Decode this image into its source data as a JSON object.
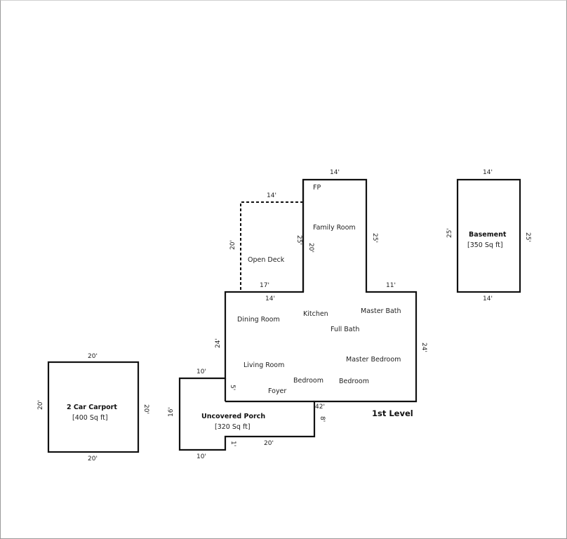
{
  "main_floor": {
    "level_label": "1st Level",
    "rooms": {
      "fp": "FP",
      "family_room": "Family Room",
      "open_deck": "Open Deck",
      "dining_room": "Dining Room",
      "kitchen": "Kitchen",
      "master_bath": "Master Bath",
      "full_bath": "Full Bath",
      "living_room": "Living Room",
      "master_bedroom": "Master Bedroom",
      "bedroom_1": "Bedroom",
      "bedroom_2": "Bedroom",
      "foyer": "Foyer"
    },
    "dims": {
      "family_top": "14'",
      "deck_top": "14'",
      "deck_left": "20'",
      "deck_inner": "20'",
      "family_left": "25'",
      "family_right": "25'",
      "deck_bottom": "17'",
      "main_top": "14'",
      "ell_top": "11'",
      "main_left": "24'",
      "main_right": "24'",
      "porch_notch": "5'",
      "bottom_42": "42'",
      "porch_right": "8'"
    }
  },
  "porch": {
    "name": "Uncovered Porch",
    "area": "[320 Sq ft]",
    "dims": {
      "top": "10'",
      "left": "16'",
      "bottom_left": "10'",
      "notch": "1'",
      "bottom": "20'"
    }
  },
  "carport": {
    "name": "2 Car Carport",
    "area": "[400 Sq ft]",
    "dims": {
      "top": "20'",
      "bottom": "20'",
      "left": "20'",
      "right": "20'"
    }
  },
  "basement": {
    "name": "Basement",
    "area": "[350 Sq ft]",
    "dims": {
      "top": "14'",
      "bottom": "14'",
      "left": "25'",
      "right": "25'"
    }
  }
}
